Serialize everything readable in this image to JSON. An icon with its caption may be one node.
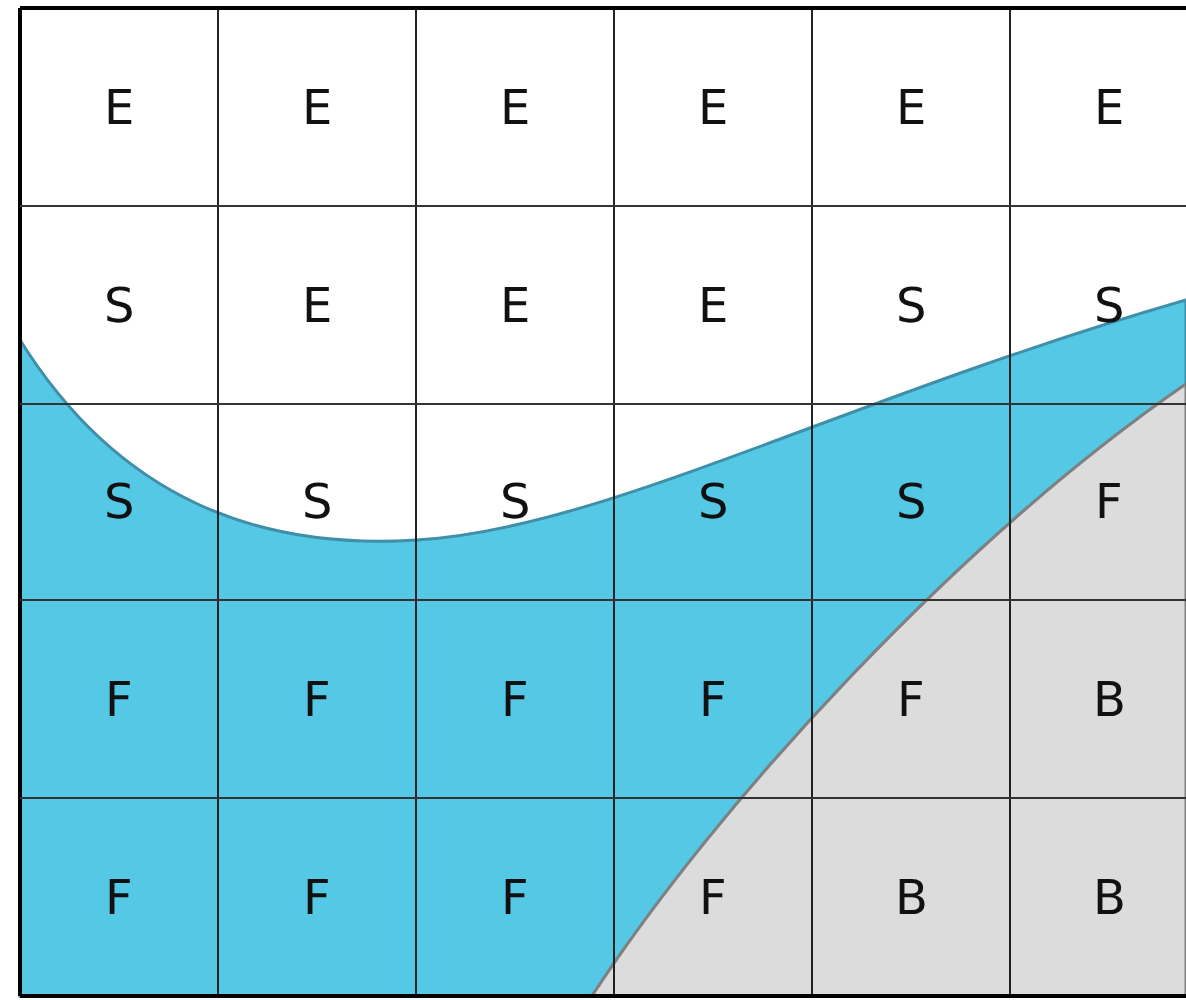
{
  "diagram": {
    "labels": [
      "E",
      "E",
      "E",
      "E",
      "E",
      "E",
      "S",
      "E",
      "E",
      "E",
      "S",
      "S",
      "S",
      "S",
      "S",
      "S",
      "S",
      "F",
      "F",
      "F",
      "F",
      "F",
      "F",
      "B",
      "F",
      "F",
      "F",
      "F",
      "B",
      "B"
    ]
  }
}
